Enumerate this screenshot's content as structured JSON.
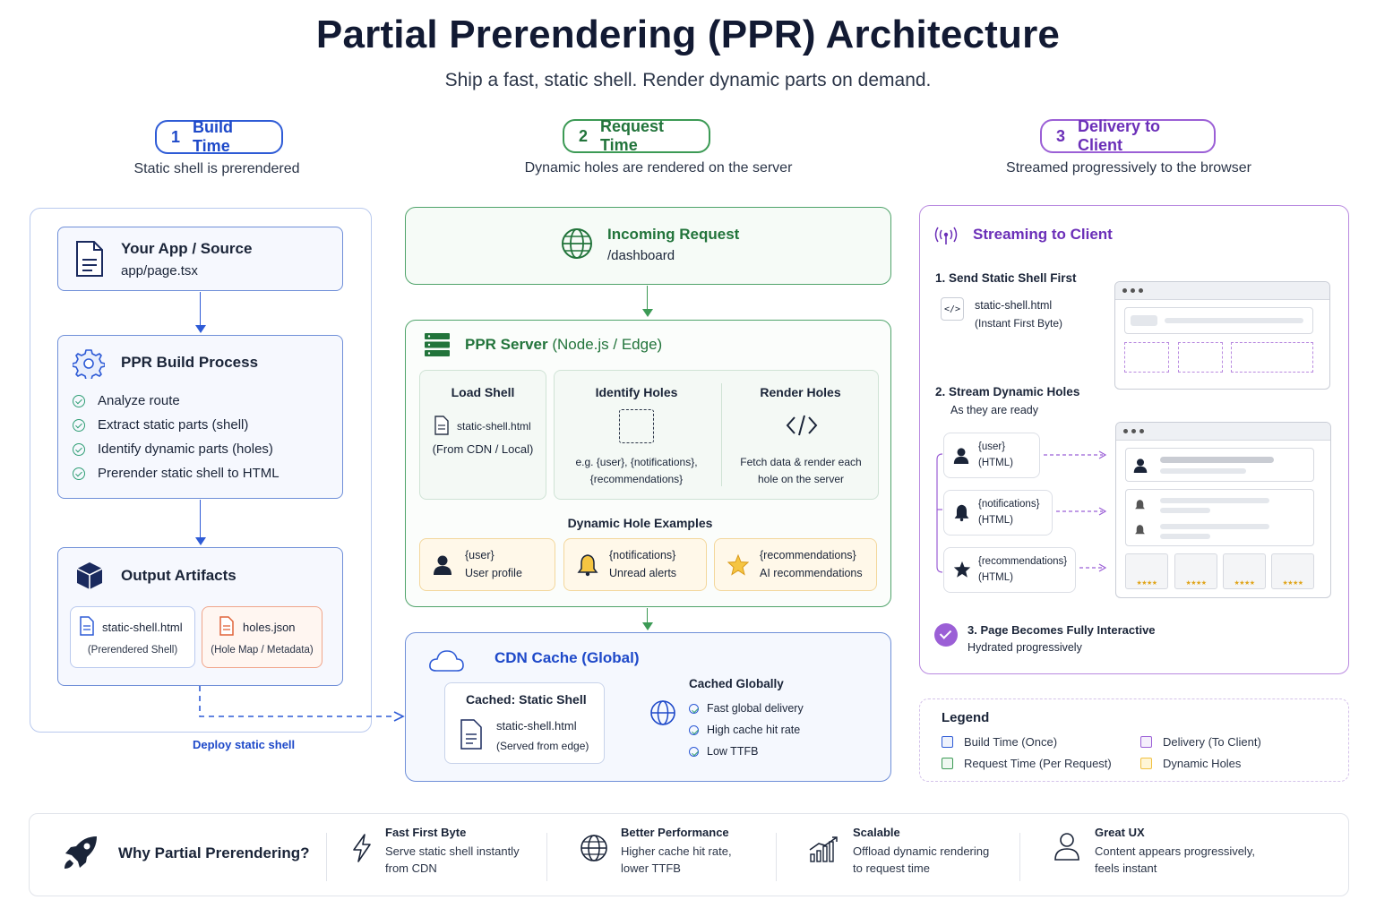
{
  "title": "Partial Prerendering (PPR) Architecture",
  "subtitle": "Ship a fast, static shell. Render dynamic parts on demand.",
  "phases": [
    {
      "num": "1",
      "label": "Build Time",
      "desc": "Static shell is prerendered",
      "color": "#2e5bd6"
    },
    {
      "num": "2",
      "label": "Request Time",
      "desc": "Dynamic holes are rendered on the server",
      "color": "#3c9a55"
    },
    {
      "num": "3",
      "label": "Delivery to Client",
      "desc": "Streamed progressively to the browser",
      "color": "#9b5fd6"
    }
  ],
  "build": {
    "source": {
      "title": "Your App / Source",
      "file": "app/page.tsx"
    },
    "process": {
      "title": "PPR Build Process",
      "steps": [
        "Analyze route",
        "Extract static parts (shell)",
        "Identify dynamic parts (holes)",
        "Prerender static shell to HTML"
      ]
    },
    "output": {
      "title": "Output Artifacts",
      "shell_file": "static-shell.html",
      "shell_sub": "(Prerendered Shell)",
      "holes_file": "holes.json",
      "holes_sub": "(Hole Map / Metadata)"
    },
    "deploy_label": "Deploy static shell"
  },
  "request": {
    "incoming": {
      "title": "Incoming Request",
      "path": "/dashboard"
    },
    "server": {
      "title": "PPR Server",
      "title_suffix": "(Node.js / Edge)"
    },
    "load_shell": {
      "title": "Load Shell",
      "file": "static-shell.html",
      "sub": "(From CDN / Local)"
    },
    "identify": {
      "title": "Identify Holes",
      "desc": "e.g. {user}, {notifications}, {recommendations}"
    },
    "render": {
      "title": "Render Holes",
      "desc": "Fetch data & render each hole on the server"
    },
    "examples_title": "Dynamic Hole Examples",
    "examples": [
      {
        "name": "{user}",
        "desc": "User profile",
        "icon": "user-icon"
      },
      {
        "name": "{notifications}",
        "desc": "Unread alerts",
        "icon": "bell-icon"
      },
      {
        "name": "{recommendations}",
        "desc": "AI recommendations",
        "icon": "star-icon"
      }
    ],
    "cdn": {
      "title": "CDN Cache (Global)",
      "cached_title": "Cached: Static Shell",
      "file": "static-shell.html",
      "file_sub": "(Served from edge)",
      "global_title": "Cached Globally",
      "benefits": [
        "Fast global delivery",
        "High cache hit rate",
        "Low TTFB"
      ]
    }
  },
  "delivery": {
    "title": "Streaming to Client",
    "step1": {
      "title": "1.  Send Static Shell First",
      "file": "static-shell.html",
      "sub": "(Instant First Byte)"
    },
    "step2": {
      "title": "2.  Stream Dynamic Holes",
      "sub": "As they are ready"
    },
    "holes": [
      {
        "name": "{user}",
        "type": "(HTML)",
        "icon": "user-icon"
      },
      {
        "name": "{notifications}",
        "type": "(HTML)",
        "icon": "bell-icon"
      },
      {
        "name": "{recommendations}",
        "type": "(HTML)",
        "icon": "star-icon"
      }
    ],
    "step3": {
      "title": "3. Page Becomes Fully Interactive",
      "sub": "Hydrated progressively"
    },
    "stars": "★★★★"
  },
  "legend": {
    "title": "Legend",
    "items": [
      {
        "label": "Build Time (Once)",
        "color": "#2e5bd6"
      },
      {
        "label": "Delivery (To Client)",
        "color": "#9b5fd6"
      },
      {
        "label": "Request Time (Per Request)",
        "color": "#3c9a55"
      },
      {
        "label": "Dynamic Holes",
        "color": "#f0c040"
      }
    ]
  },
  "why": {
    "title": "Why Partial Prerendering?",
    "items": [
      {
        "title": "Fast First Byte",
        "line1": "Serve static shell instantly",
        "line2": "from CDN",
        "icon": "lightning-icon"
      },
      {
        "title": "Better Performance",
        "line1": "Higher cache hit rate,",
        "line2": "lower TTFB",
        "icon": "globe-icon"
      },
      {
        "title": "Scalable",
        "line1": "Offload dynamic rendering",
        "line2": "to request time",
        "icon": "chart-icon"
      },
      {
        "title": "Great UX",
        "line1": "Content appears progressively,",
        "line2": "feels instant",
        "icon": "person-icon"
      }
    ]
  }
}
